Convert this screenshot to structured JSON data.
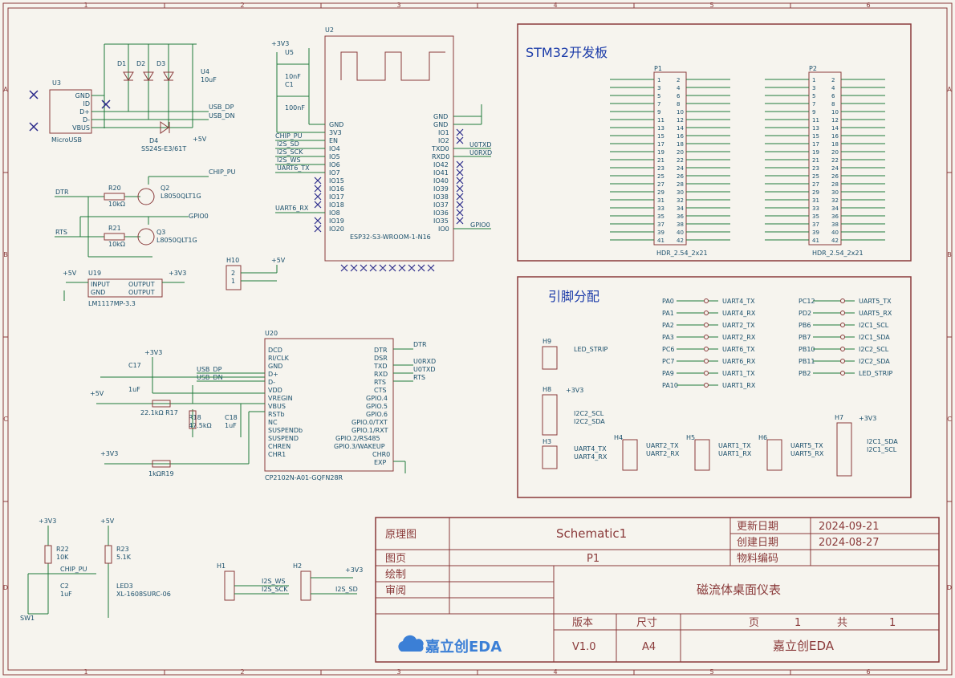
{
  "sheet_grid": {
    "col_labels": [
      "1",
      "2",
      "3",
      "4",
      "5",
      "6"
    ],
    "row_labels": [
      "A",
      "B",
      "C",
      "D"
    ]
  },
  "stm32_box": {
    "title": "STM32开发板"
  },
  "pinmap_box": {
    "title": "引脚分配"
  },
  "power_labels": {
    "p3v3": "+3V3",
    "p5v": "+5V"
  },
  "usb": {
    "ref": "U3",
    "name": "MicroUSB",
    "pins": [
      "GND",
      "ID",
      "D+",
      "D-",
      "VBUS"
    ]
  },
  "esp": {
    "ref": "U2",
    "name": "ESP32-S3-WROOM-1-N16"
  },
  "cp2102": {
    "ref": "U20",
    "name": "CP2102N-A01-GQFN28R"
  },
  "ldo": {
    "ref": "U19",
    "name": "LM1117MP-3.3"
  },
  "headers": {
    "p1": "P1",
    "p2": "P2",
    "p_name": "HDR_2.54_2x21"
  },
  "pin_assign_left": [
    {
      "pin": "PA0",
      "func": "UART4_TX"
    },
    {
      "pin": "PA1",
      "func": "UART4_RX"
    },
    {
      "pin": "PA2",
      "func": "UART2_TX"
    },
    {
      "pin": "PA3",
      "func": "UART2_RX"
    },
    {
      "pin": "PC6",
      "func": "UART6_TX"
    },
    {
      "pin": "PC7",
      "func": "UART6_RX"
    },
    {
      "pin": "PA9",
      "func": "UART1_TX"
    },
    {
      "pin": "PA10",
      "func": "UART1_RX"
    }
  ],
  "pin_assign_right": [
    {
      "pin": "PC12",
      "func": "UART5_TX"
    },
    {
      "pin": "PD2",
      "func": "UART5_RX"
    },
    {
      "pin": "PB6",
      "func": "I2C1_SCL"
    },
    {
      "pin": "PB7",
      "func": "I2C1_SDA"
    },
    {
      "pin": "PB10",
      "func": "I2C2_SCL"
    },
    {
      "pin": "PB11",
      "func": "I2C2_SDA"
    },
    {
      "pin": "PB2",
      "func": "LED_STRIP"
    }
  ],
  "title_block": {
    "schematic_label": "原理图",
    "schematic_name": "Schematic1",
    "updated_label": "更新日期",
    "updated_date": "2024-09-21",
    "created_label": "创建日期",
    "created_date": "2024-08-27",
    "page_label": "图页",
    "page_name": "P1",
    "material_label": "物料编码",
    "draw_label": "绘制",
    "review_label": "审阅",
    "project_title": "磁流体桌面仪表",
    "version_label": "版本",
    "version": "V1.0",
    "size_label": "尺寸",
    "size": "A4",
    "page_of_label": "页",
    "page_num": "1",
    "total_label": "共",
    "total_num": "1",
    "brand": "嘉立创EDA",
    "logo_text": "嘉立创EDA"
  }
}
